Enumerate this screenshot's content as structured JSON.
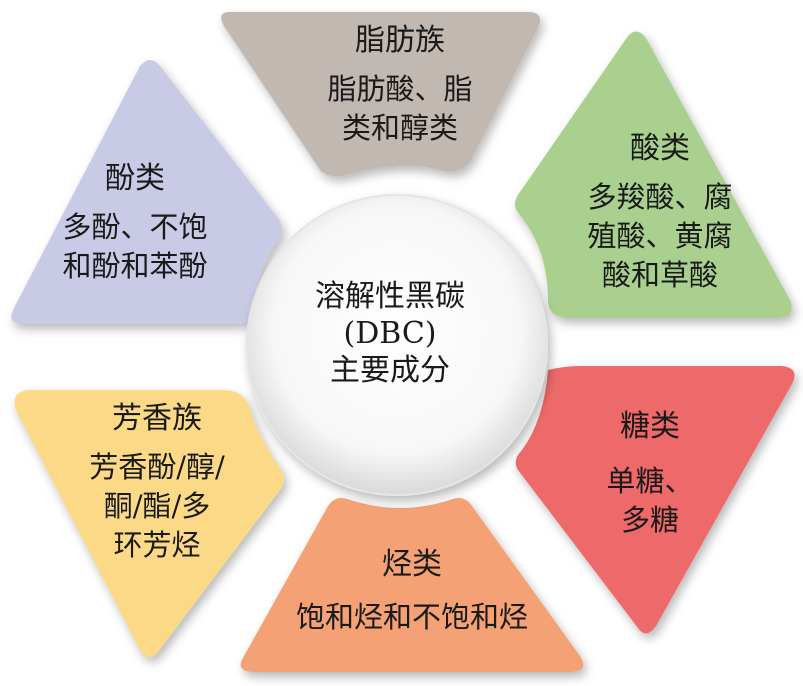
{
  "center": {
    "line1": "溶解性黑碳",
    "line2": "(DBC)",
    "line3": "主要成分"
  },
  "segments": {
    "fatty": {
      "title": "脂肪族",
      "body": [
        "脂肪酸、脂",
        "类和醇类"
      ],
      "color": "#c2b8b2"
    },
    "acid": {
      "title": "酸类",
      "body": [
        "多羧酸、腐",
        "殖酸、黄腐",
        "酸和草酸"
      ],
      "color": "#a9d08e"
    },
    "sugar": {
      "title": "糖类",
      "body": [
        "单糖、",
        "多糖"
      ],
      "color": "#ee6b6b"
    },
    "hydrocarbon": {
      "title": "烃类",
      "body": [
        "饱和烃和不饱和烃"
      ],
      "color": "#f4a274"
    },
    "aromatic": {
      "title": "芳香族",
      "body": [
        "芳香酚/醇/",
        "酮/酯/多",
        "环芳烃"
      ],
      "color": "#fbd987"
    },
    "phenol": {
      "title": "酚类",
      "body": [
        "多酚、不饱",
        "和酚和苯酚"
      ],
      "color": "#c9cbe6"
    }
  }
}
